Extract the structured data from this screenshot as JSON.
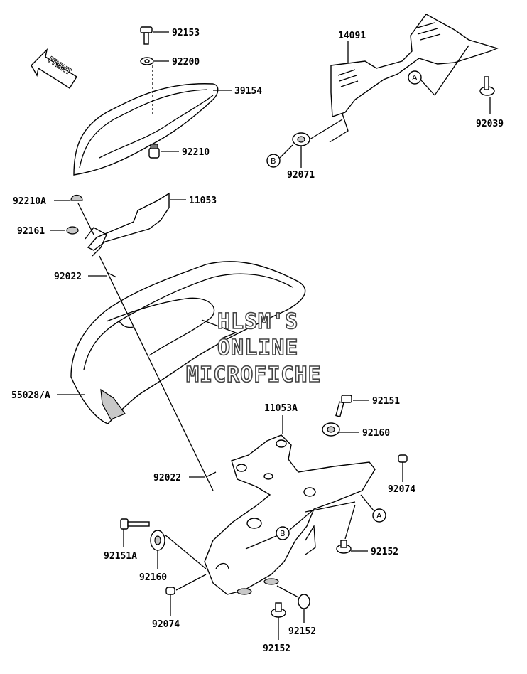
{
  "front_label": "FRONT",
  "watermark": [
    "HLSM'S",
    "ONLINE",
    "MICROFICHE"
  ],
  "part_numbers": {
    "p92153": "92153",
    "p92200": "92200",
    "p39154": "39154",
    "p92210": "92210",
    "p11053": "11053",
    "p92210A": "92210A",
    "p92161": "92161",
    "p92022_top": "92022",
    "p55028A": "55028/A",
    "p14091": "14091",
    "p92039": "92039",
    "p92071": "92071",
    "p11053A": "11053A",
    "p92151": "92151",
    "p92160_right": "92160",
    "p92074_right": "92074",
    "p92022_bottom": "92022",
    "p92152_right": "92152",
    "p92151A": "92151A",
    "p92160_left": "92160",
    "p92074_left": "92074",
    "p92152_center": "92152",
    "p92152_bottom": "92152"
  },
  "reference_marks": {
    "a_top": "A",
    "b_top": "B",
    "b_bottom": "B",
    "a_bottom": "A"
  }
}
